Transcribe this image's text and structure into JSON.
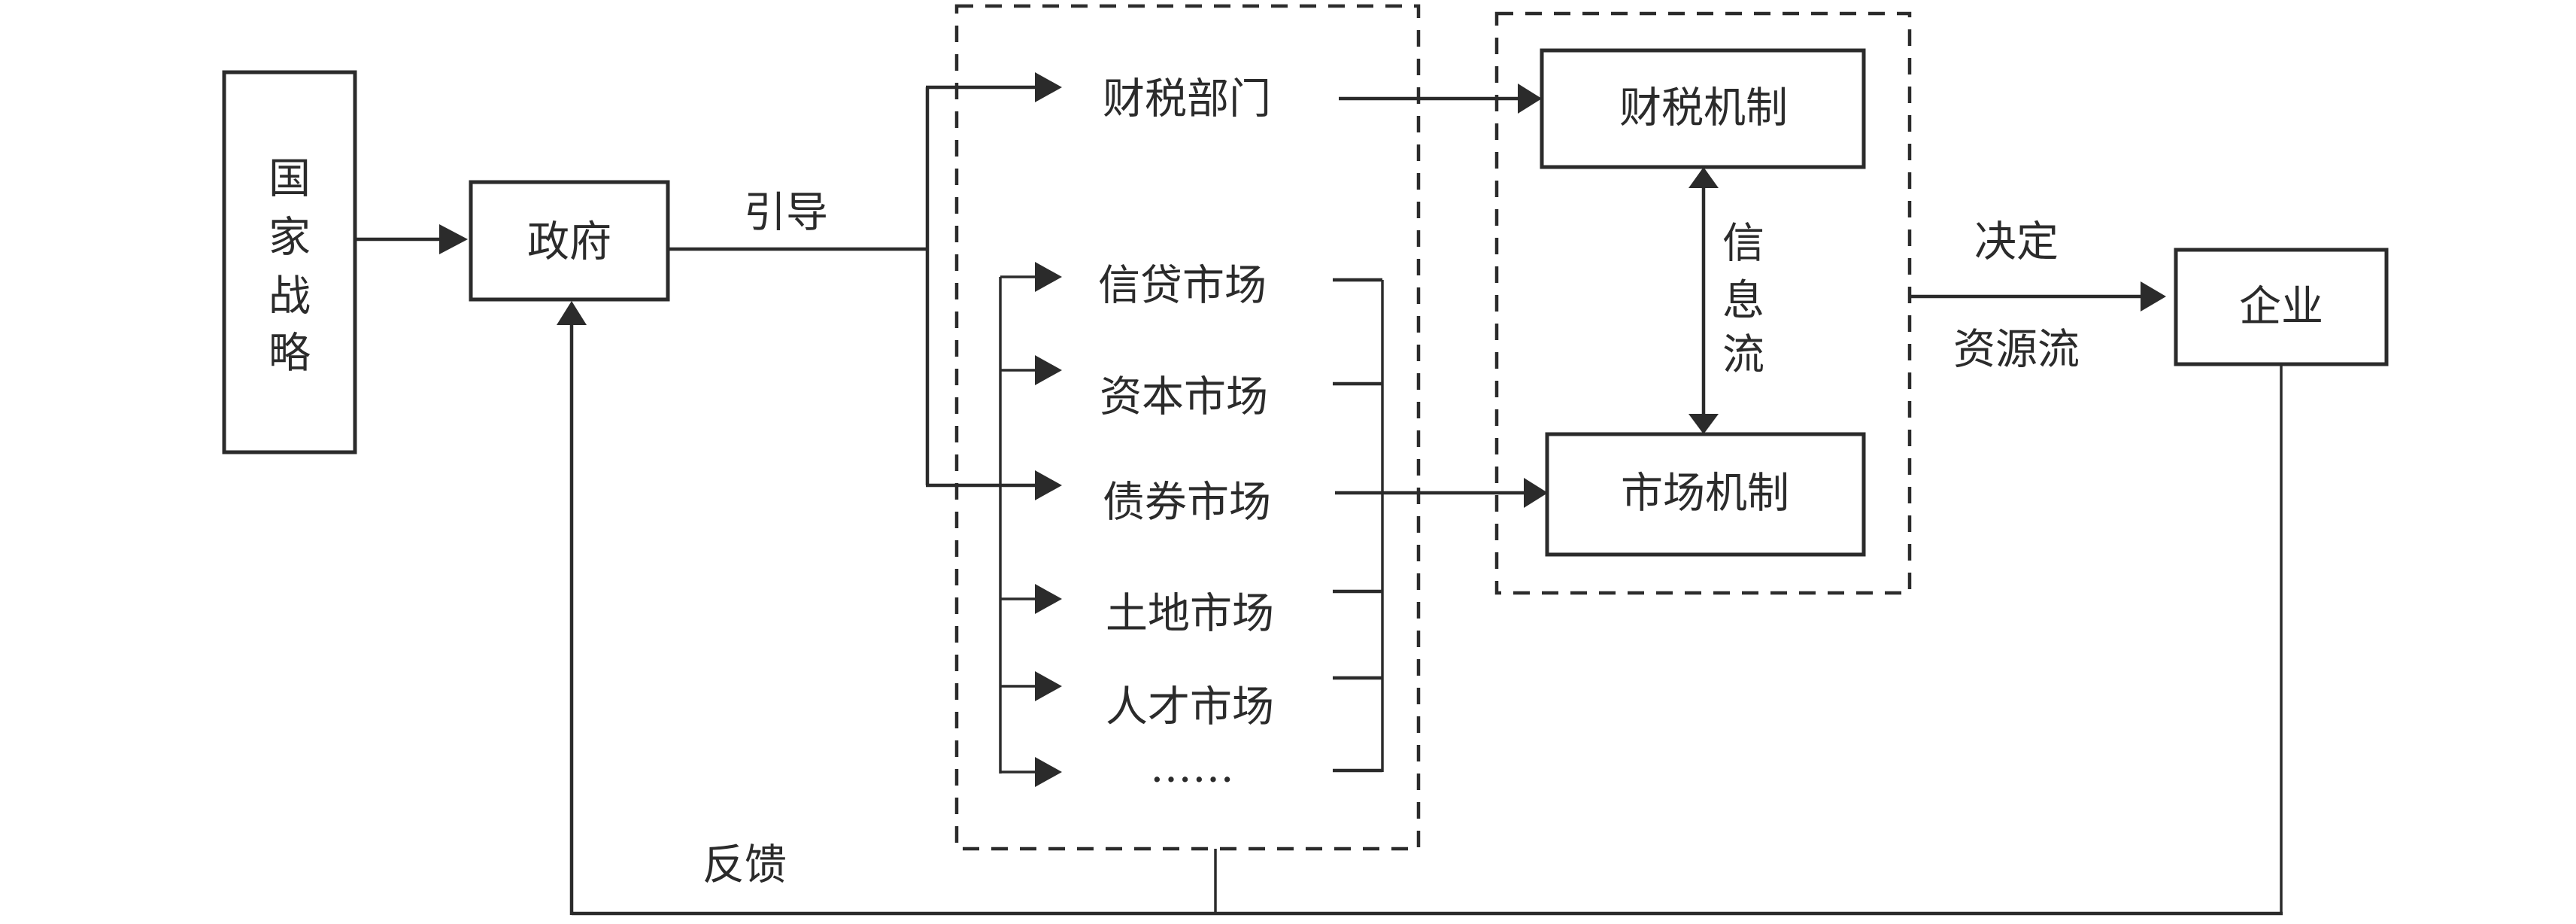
{
  "nodes": {
    "national_strategy": {
      "label": "国家战略",
      "chars": [
        "国",
        "家",
        "战",
        "略"
      ]
    },
    "government": {
      "label": "政府"
    },
    "tax_department": {
      "label": "财税部门"
    },
    "markets": [
      "信贷市场",
      "资本市场",
      "债券市场",
      "土地市场",
      "人才市场",
      "……"
    ],
    "tax_mechanism": {
      "label": "财税机制"
    },
    "market_mechanism": {
      "label": "市场机制"
    },
    "enterprise": {
      "label": "企业"
    }
  },
  "edges": {
    "guide": "引导",
    "info_flow": [
      "信",
      "息",
      "流"
    ],
    "decide": "决定",
    "resource_flow": "资源流",
    "feedback": "反馈"
  }
}
